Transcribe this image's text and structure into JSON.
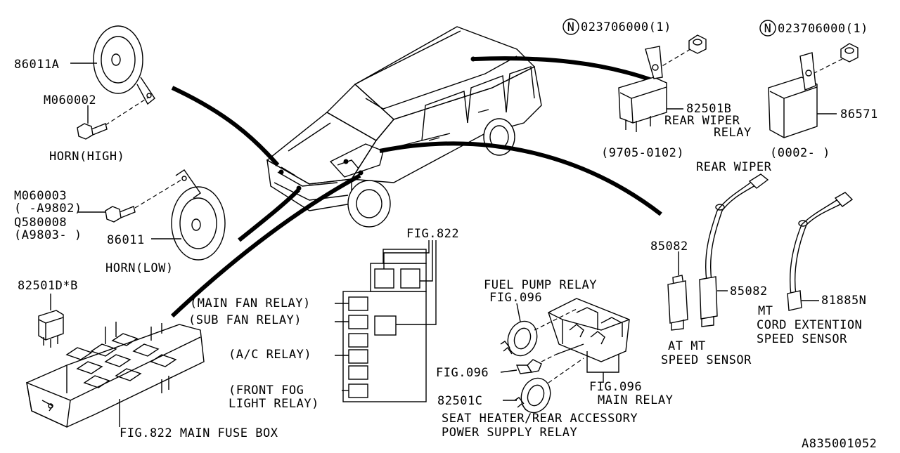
{
  "labels": {
    "horn_high_part": "86011A",
    "horn_high_bolt": "M060002",
    "horn_high": "HORN(HIGH)",
    "horn_low_bolt_1": "M060003",
    "horn_low_bolt_1_range": "(  -A9802)",
    "horn_low_bolt_2": "Q580008",
    "horn_low_bolt_2_range": "(A9803-  )",
    "horn_low_part": "86011",
    "horn_low": "HORN(LOW)",
    "nut_part_1": "023706000(1)",
    "nut_part_2": "023706000(1)",
    "rear_wiper_relay_part": "82501B",
    "rear_wiper_relay_1": "REAR WIPER",
    "rear_wiper_relay_2": "RELAY",
    "rear_wiper_relay_range": "(9705-0102)",
    "rear_wiper_part": "86571",
    "rear_wiper_range": "(0002-     )",
    "rear_wiper": "REAR WIPER",
    "fuse_box_relay_part": "82501D*B",
    "fuse_box": "FIG.822 MAIN FUSE BOX",
    "fig822": "FIG.822",
    "main_fan_relay": "(MAIN FAN RELAY)",
    "sub_fan_relay": "(SUB FAN RELAY)",
    "ac_relay": "(A/C RELAY)",
    "front_fog_1": "(FRONT FOG",
    "front_fog_2": "LIGHT RELAY)",
    "fuel_pump_relay": "FUEL PUMP RELAY",
    "fuel_pump_fig": "FIG.096",
    "fig096_left": "FIG.096",
    "seat_heater_part": "82501C",
    "main_relay_fig": "FIG.096",
    "main_relay": "MAIN RELAY",
    "seat_heater_1": "SEAT HEATER/REAR ACCESSORY",
    "seat_heater_2": "POWER SUPPLY RELAY",
    "speed_sensor_part_1": "85082",
    "speed_sensor_part_2": "85082",
    "at_mt": "AT  MT",
    "speed_sensor": "SPEED SENSOR",
    "cord_part": "81885N",
    "cord_mt": "MT",
    "cord_1": "CORD EXTENTION",
    "cord_2": "SPEED SENSOR",
    "diagram_code": "A835001052",
    "n_mark": "N"
  },
  "icons": [
    "horn-high-icon",
    "horn-low-icon",
    "bolt-icon",
    "car-icon",
    "relay-icon",
    "nut-icon",
    "fuse-box-icon",
    "speed-sensor-icon",
    "cord-icon"
  ]
}
